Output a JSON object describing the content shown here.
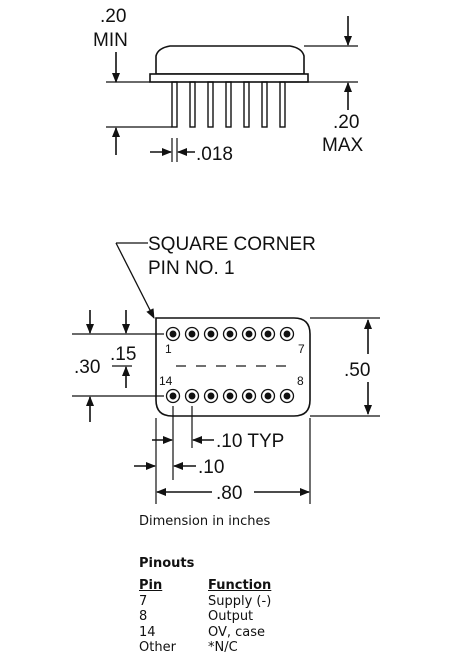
{
  "side_view": {
    "min_value": ".20",
    "min_label": "MIN",
    "max_value": ".20",
    "max_label": "MAX",
    "lead_diameter": ".018"
  },
  "top_view": {
    "corner_label_line1": "SQUARE CORNER",
    "corner_label_line2": "PIN NO. 1",
    "pin_1": "1",
    "pin_7": "7",
    "pin_8": "8",
    "pin_14": "14",
    "dim_left_outer": ".30",
    "dim_left_inner": ".15",
    "dim_height": ".50",
    "dim_pitch": ".10 TYP",
    "dim_edge": ".10",
    "dim_width": ".80"
  },
  "caption": "Dimension in inches",
  "pinouts": {
    "title": "Pinouts",
    "header_pin": "Pin",
    "header_function": "Function",
    "rows": [
      {
        "pin": "7",
        "function": "Supply (-)"
      },
      {
        "pin": "8",
        "function": "Output"
      },
      {
        "pin": "14",
        "function": "OV, case"
      },
      {
        "pin": "Other",
        "function": "*N/C"
      }
    ]
  }
}
